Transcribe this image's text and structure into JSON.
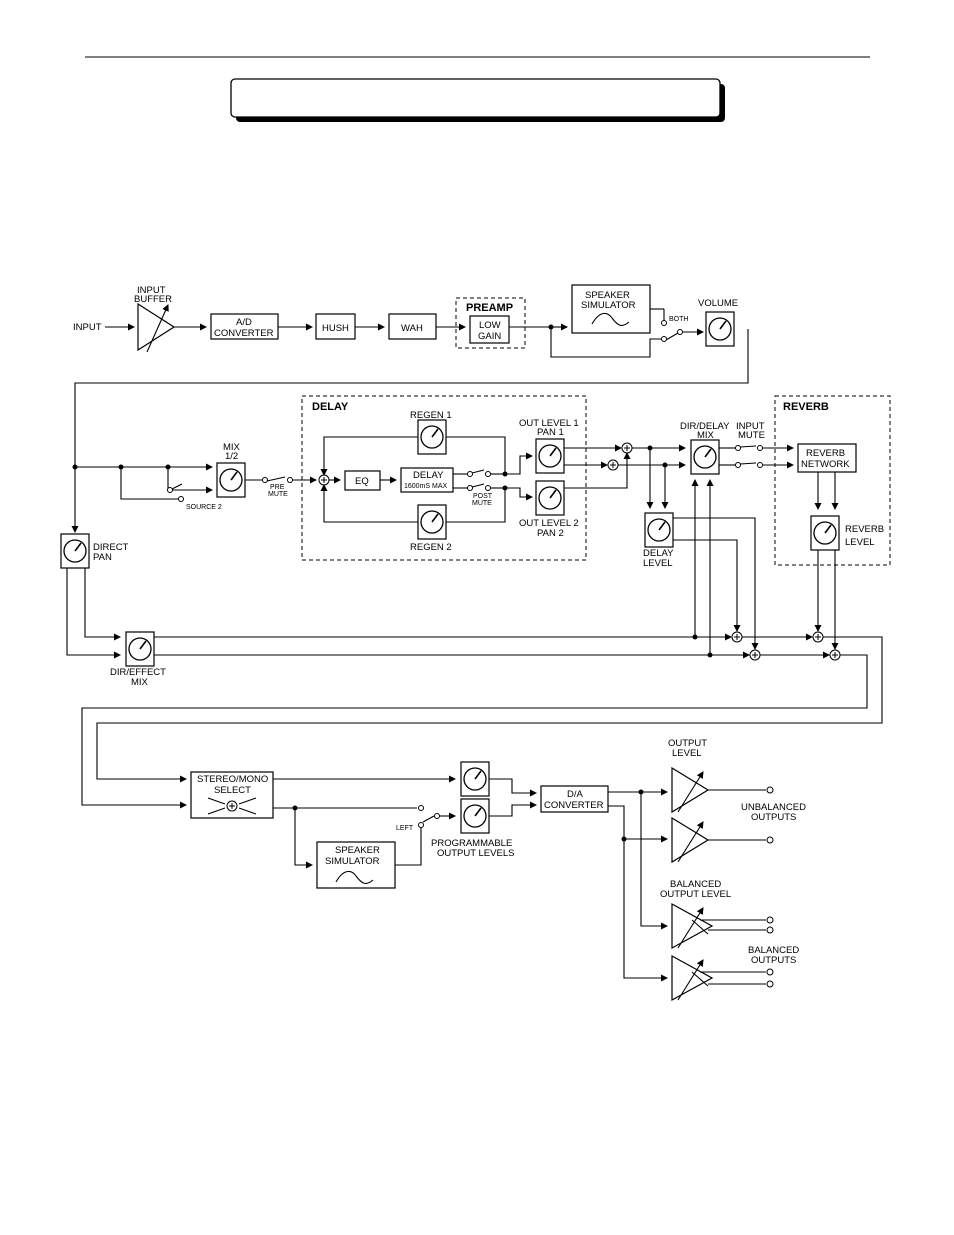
{
  "labels": {
    "input": "INPUT",
    "input_buffer_1": "INPUT",
    "input_buffer_2": "BUFFER",
    "ad_1": "A/D",
    "ad_2": "CONVERTER",
    "hush": "HUSH",
    "wah": "WAH",
    "preamp": "PREAMP",
    "low_gain_1": "LOW",
    "low_gain_2": "GAIN",
    "spk_sim_1": "SPEAKER",
    "spk_sim_2": "SIMULATOR",
    "both": "BOTH",
    "volume": "VOLUME",
    "delay": "DELAY",
    "regen1": "REGEN 1",
    "regen2": "REGEN 2",
    "eq": "EQ",
    "delay_box_1": "DELAY",
    "delay_box_2": "1600mS MAX",
    "post_mute_1": "POST",
    "post_mute_2": "MUTE",
    "mix_1": "MIX",
    "mix_2": "1/2",
    "pre_mute_1": "PRE",
    "pre_mute_2": "MUTE",
    "source2": "SOURCE 2",
    "out1_1": "OUT LEVEL 1",
    "out1_2": "PAN 1",
    "out2_1": "OUT LEVEL 2",
    "out2_2": "PAN 2",
    "dir_delay_1": "DIR/DELAY",
    "dir_delay_2": "MIX",
    "delay_level_1": "DELAY",
    "delay_level_2": "LEVEL",
    "reverb": "REVERB",
    "input_mute_1": "INPUT",
    "input_mute_2": "MUTE",
    "reverb_net_1": "REVERB",
    "reverb_net_2": "NETWORK",
    "reverb_level_1": "REVERB",
    "reverb_level_2": "LEVEL",
    "direct_pan_1": "DIRECT",
    "direct_pan_2": "PAN",
    "dir_effect_1": "DIR/EFFECT",
    "dir_effect_2": "MIX",
    "stereo_mono_1": "STEREO/MONO",
    "stereo_mono_2": "SELECT",
    "left": "LEFT",
    "spk_sim2_1": "SPEAKER",
    "spk_sim2_2": "SIMULATOR",
    "prog_out_1": "PROGRAMMABLE",
    "prog_out_2": "OUTPUT LEVELS",
    "da_1": "D/A",
    "da_2": "CONVERTER",
    "output_level_1": "OUTPUT",
    "output_level_2": "LEVEL",
    "unbal_1": "UNBALANCED",
    "unbal_2": "OUTPUTS",
    "bal_level_1": "BALANCED",
    "bal_level_2": "OUTPUT  LEVEL",
    "bal_out_1": "BALANCED",
    "bal_out_2": "OUTPUTS"
  }
}
